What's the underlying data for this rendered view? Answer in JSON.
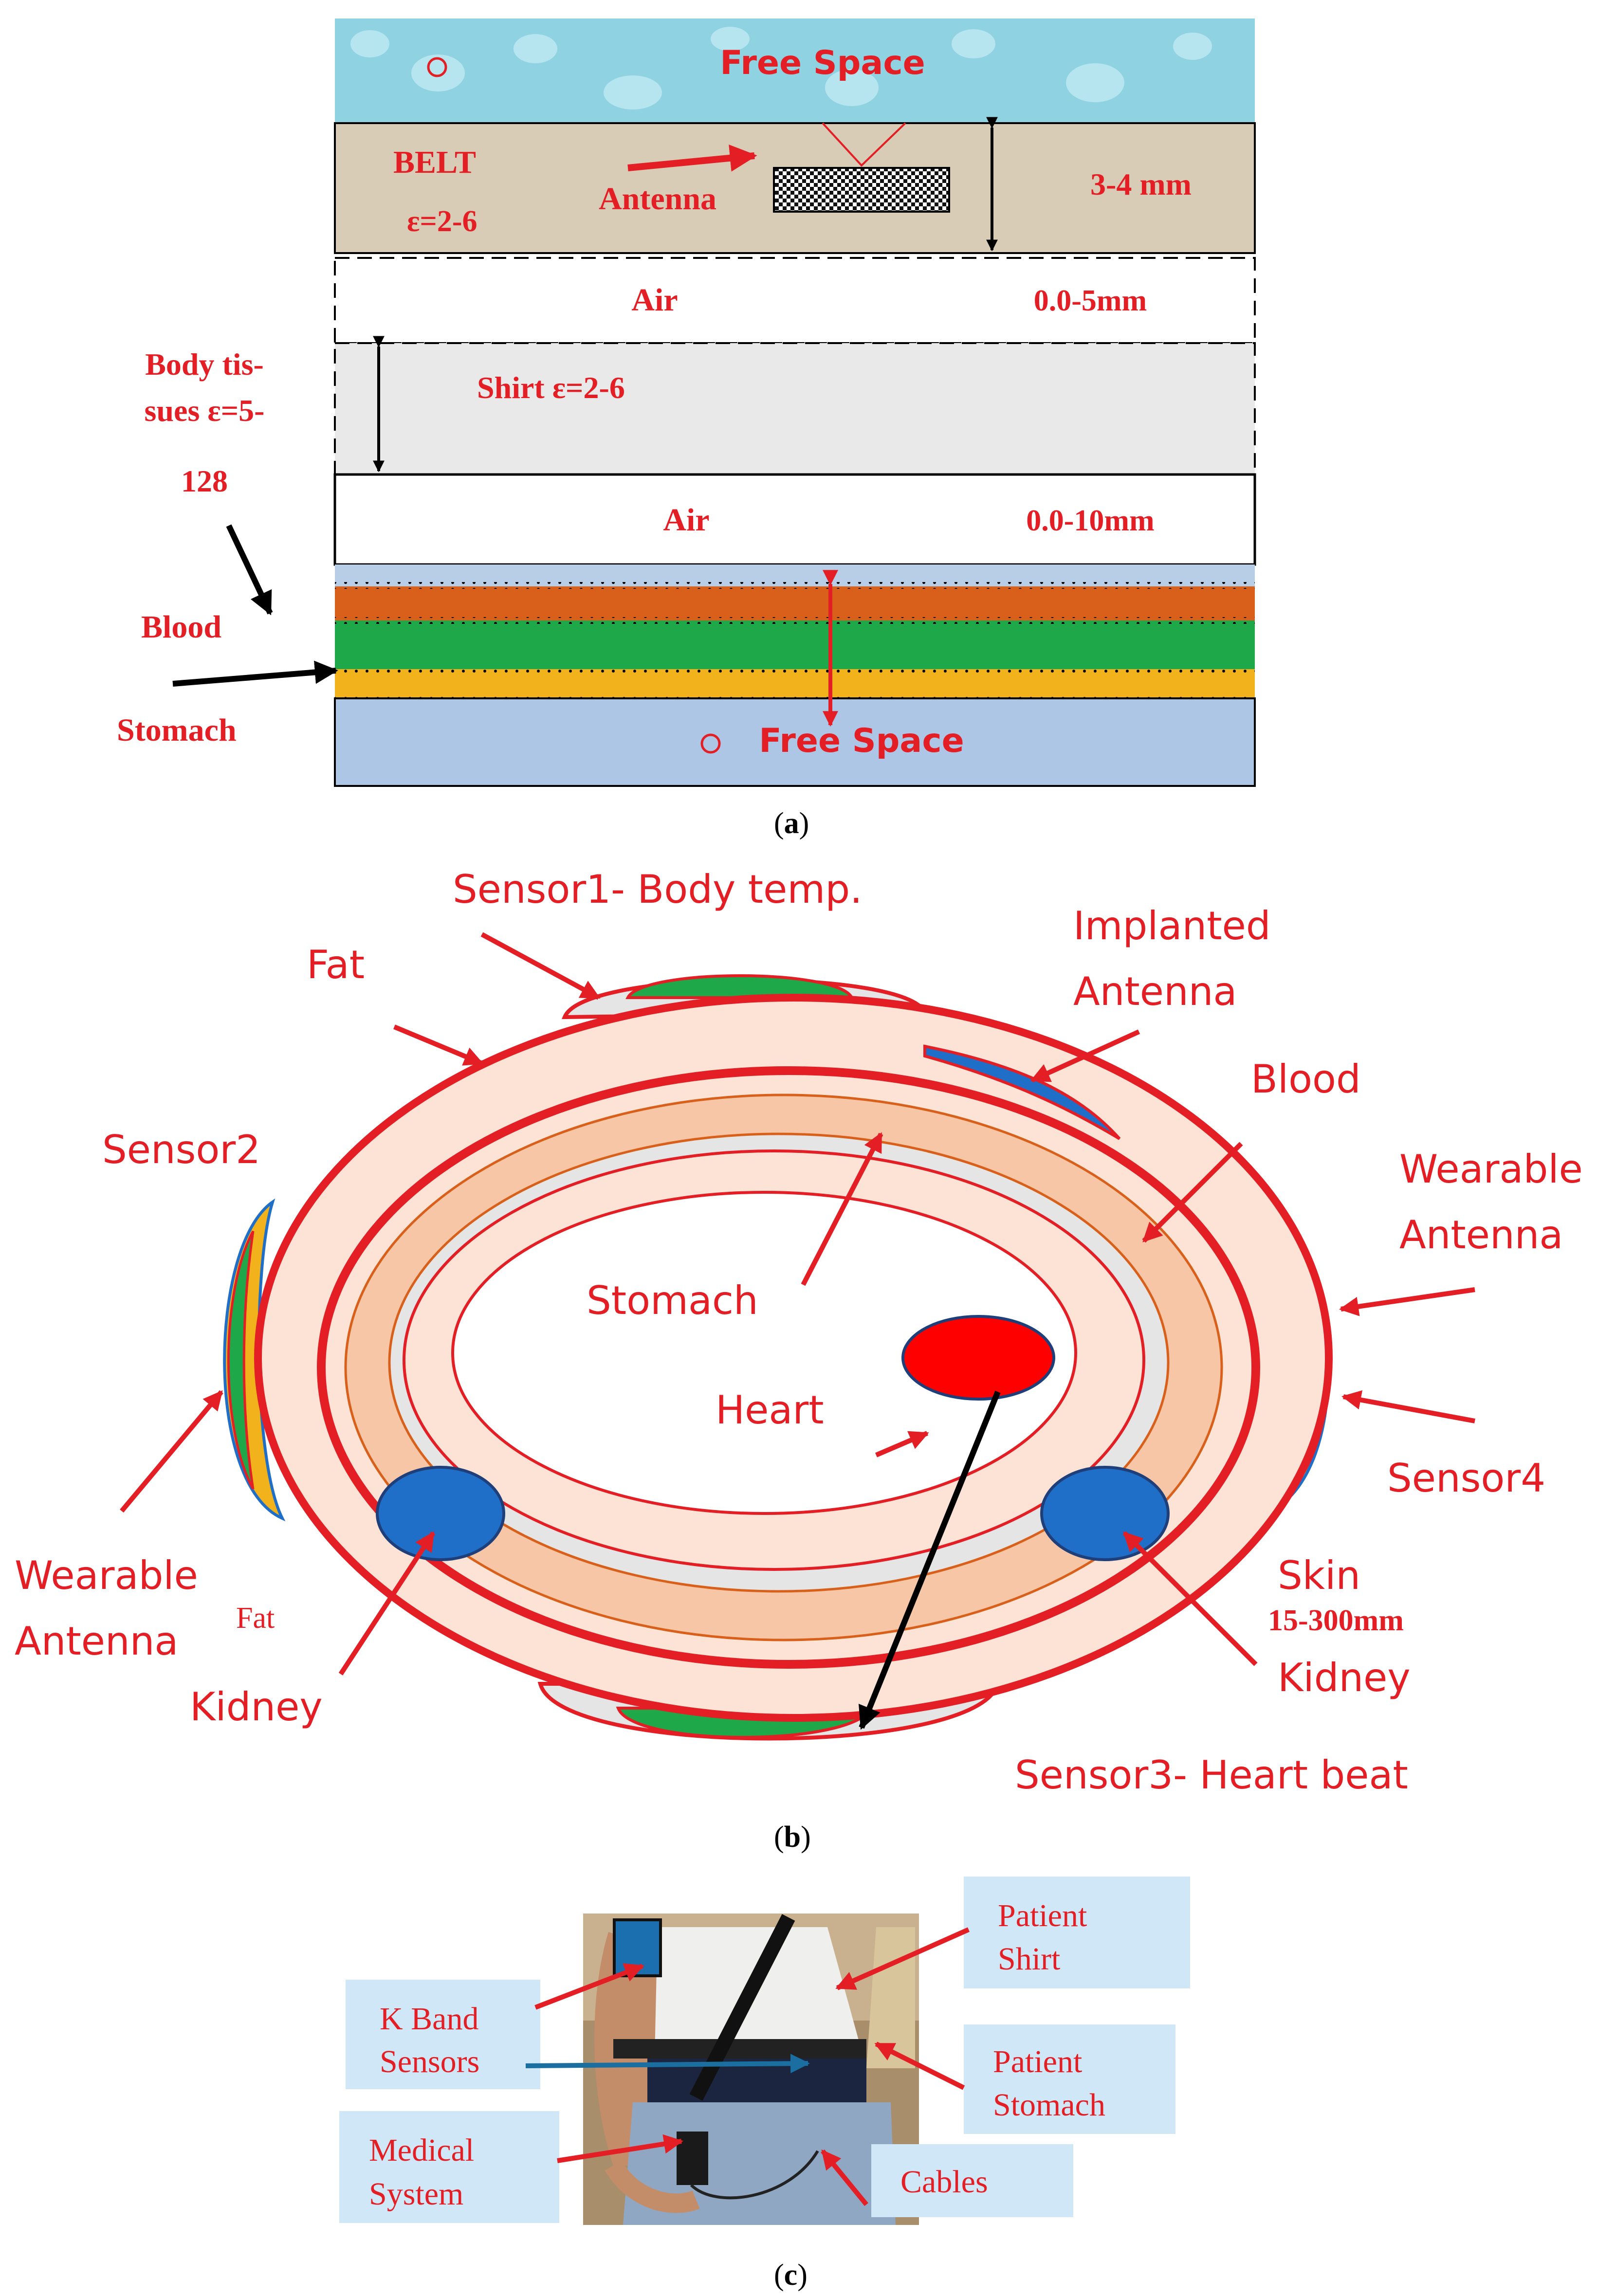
{
  "panel_a": {
    "caption_open": "(",
    "caption_letter": "a",
    "caption_close": ")",
    "free_space_top": "Free Space",
    "belt_label": "BELT",
    "belt_eps": "ε=2-6",
    "antenna_label": "Antenna",
    "belt_thickness": "3-4 mm",
    "air1_label": "Air",
    "air1_thickness": "0.0-5mm",
    "shirt_label": "Shirt ε=2-6",
    "air2_label": "Air",
    "air2_thickness": "0.0-10mm",
    "body_tissues_line1": "Body tis-",
    "body_tissues_line2": "sues ε=5-",
    "body_tissues_line3": "128",
    "blood_label": "Blood",
    "stomach_label": "Stomach",
    "free_space_bottom": "Free Space",
    "colors": {
      "water": "#8fd3e3",
      "belt": "#d8ccb6",
      "shirt": "#e9e9e9",
      "tissue_base": "#b8cde6",
      "orange": "#d9601a",
      "green": "#1ea84a",
      "yellow": "#f2b21c",
      "free_space": "#aec6e6",
      "label_red": "#e31e24"
    }
  },
  "panel_b": {
    "caption_open": "(",
    "caption_letter": "b",
    "caption_close": ")",
    "sensor1": "Sensor1- Body temp.",
    "fat_top": "Fat",
    "implanted_line1": "Implanted",
    "implanted_line2": "Antenna",
    "blood": "Blood",
    "sensor2": "Sensor2",
    "wearable_right_line1": "Wearable",
    "wearable_right_line2": "Antenna",
    "stomach": "Stomach",
    "heart": "Heart",
    "sensor4": "Sensor4",
    "wearable_left_line1": "Wearable",
    "wearable_left_line2": "Antenna",
    "fat_bottom": "Fat",
    "skin": "Skin",
    "skin_range": "15-300mm",
    "kidney_left": "Kidney",
    "kidney_right": "Kidney",
    "sensor3": "Sensor3- Heart beat",
    "colors": {
      "outline_red": "#e31e24",
      "skin_fill": "#fde3d6",
      "peach": "#f7c6a6",
      "grey": "#e5e5e5",
      "heart": "#ff0000",
      "kidney": "#1f6fc8"
    }
  },
  "panel_c": {
    "caption_open": "(",
    "caption_letter": "c",
    "caption_close": ")",
    "patient_shirt_line1": "Patient",
    "patient_shirt_line2": "Shirt",
    "k_band_line1": "K Band",
    "k_band_line2": "Sensors",
    "patient_stomach_line1": "Patient",
    "patient_stomach_line2": "Stomach",
    "medical_line1": "Medical",
    "medical_line2": "System",
    "cables": "Cables",
    "colors": {
      "callout_box": "#cfe7f6",
      "arrow_red": "#e31e24",
      "arrow_blue": "#1a6fa0"
    }
  }
}
